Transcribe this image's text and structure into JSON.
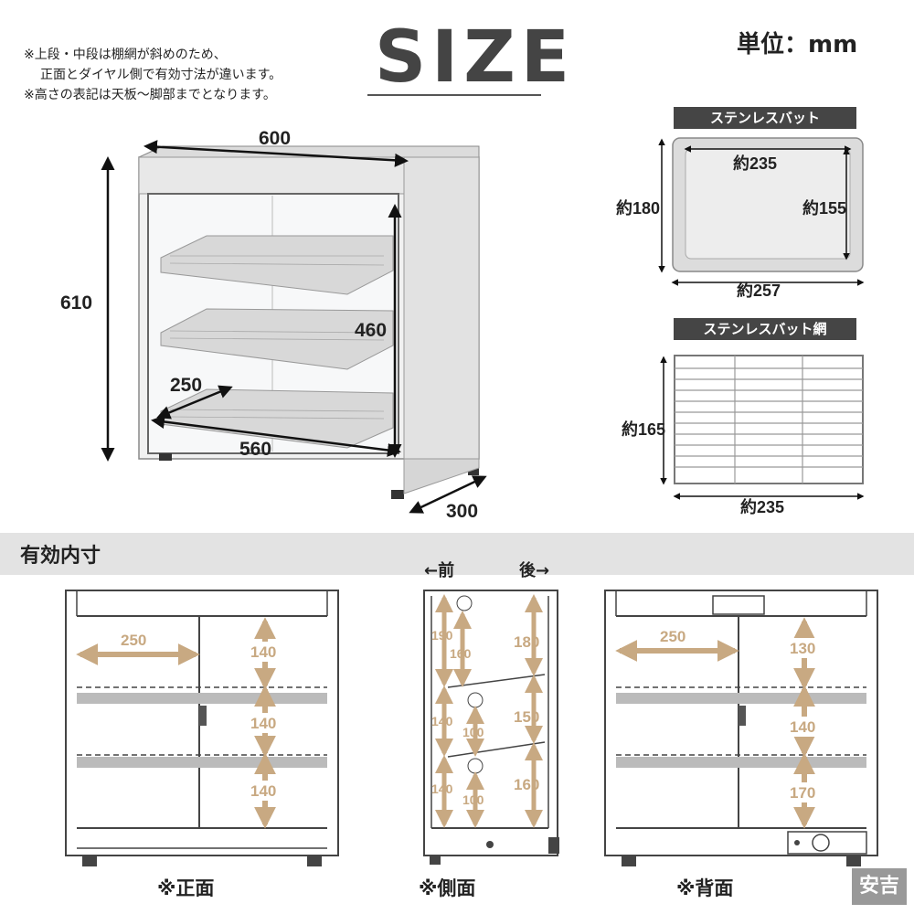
{
  "header": {
    "notes": [
      "※上段・中段は棚網が斜めのため、",
      "正面とダイヤル側で有効寸法が違います。",
      "※高さの表記は天板〜脚部までとなります。"
    ],
    "title": "SIZE",
    "unit": "単位：mm"
  },
  "main_product": {
    "width": "600",
    "height": "610",
    "inner_depth": "460",
    "tray_depth": "250",
    "inner_width": "560",
    "depth": "300"
  },
  "tray": {
    "label": "ステンレスバット",
    "inner_width": "約235",
    "outer_length": "約180",
    "inner_length": "約155",
    "outer_width": "約257"
  },
  "tray_net": {
    "label": "ステンレスバット網",
    "length": "約165",
    "width": "約235"
  },
  "effective": {
    "title": "有効内寸",
    "front_view": {
      "label": "※正面",
      "width": "250",
      "tiers": [
        "140",
        "140",
        "140"
      ]
    },
    "side_view": {
      "label": "※側面",
      "front_dir": "←前",
      "back_dir": "後→",
      "front_tiers": [
        "190",
        "140",
        "140"
      ],
      "front_inner": [
        "160",
        "100",
        "100"
      ],
      "back_tiers": [
        "180",
        "150",
        "160"
      ]
    },
    "back_view": {
      "label": "※背面",
      "width": "250",
      "tiers": [
        "130",
        "140",
        "170"
      ]
    }
  },
  "brand_badge": "安吉"
}
